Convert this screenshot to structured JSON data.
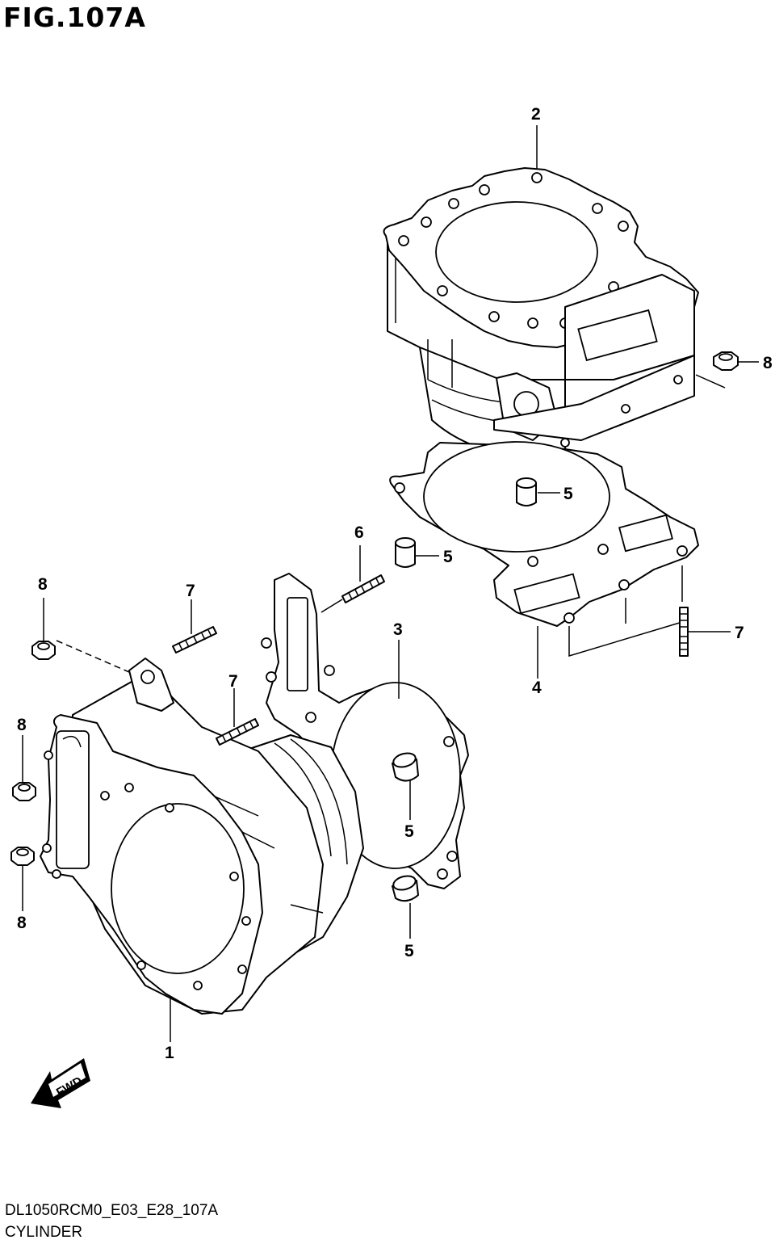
{
  "figure": {
    "title": "FIG.107A",
    "code": "DL1050RCM0_E03_E28_107A",
    "name": "CYLINDER"
  },
  "fwd_label": "FWD",
  "callouts": {
    "c2": "2",
    "c8a": "8",
    "c5a": "5",
    "c6": "6",
    "c5b": "5",
    "c3": "3",
    "c7a": "7",
    "c8b": "8",
    "c7b": "7",
    "c7c": "7",
    "c4": "4",
    "c8c": "8",
    "c8d": "8",
    "c5c": "5",
    "c5d": "5",
    "c1": "1"
  }
}
